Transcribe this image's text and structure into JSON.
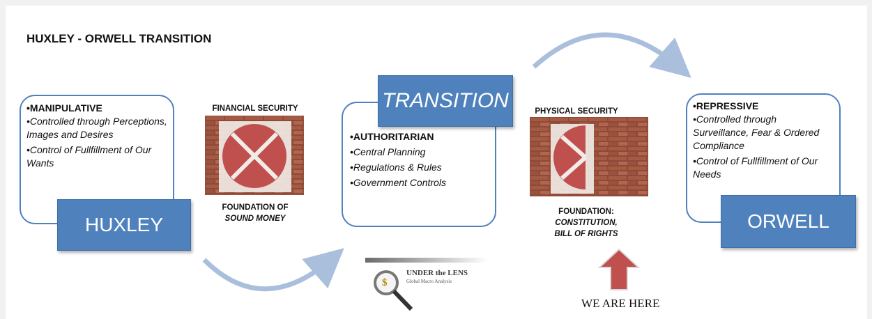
{
  "title": "HUXLEY - ORWELL TRANSITION",
  "huxley": {
    "heading": "•MANIPULATIVE",
    "items": [
      "•Controlled through Perceptions, Images and Desires",
      "•Control of  Fullfillment of Our Wants"
    ],
    "box_label": "HUXLEY"
  },
  "financial": {
    "caption_top": "FINANCIAL SECURITY",
    "caption_bottom_1": "FOUNDATION OF",
    "caption_bottom_2": "SOUND MONEY"
  },
  "transition": {
    "box_label": "TRANSITION",
    "heading": "•AUTHORITARIAN",
    "items": [
      "•Central Planning",
      "•Regulations & Rules",
      "•Government Controls"
    ]
  },
  "physical": {
    "caption_top": "PHYSICAL SECURITY",
    "caption_bottom_1": "FOUNDATION:",
    "caption_bottom_2": "CONSTITUTION,",
    "caption_bottom_3": "BILL OF RIGHTS"
  },
  "orwell": {
    "heading": "•REPRESSIVE",
    "items": [
      "•Controlled through Surveillance, Fear & Ordered Compliance",
      "•Control of Fullfillment of Our Needs"
    ],
    "box_label": "ORWELL"
  },
  "logo": {
    "line1": "UNDER the LENS",
    "line2": "Global Macro Analysis",
    "symbol": "$"
  },
  "we_are_here": "WE ARE HERE",
  "colors": {
    "accent_blue": "#4f81bd",
    "seal_red": "#c0504d",
    "arrow_light_blue": "#a9bfdc",
    "pointer_red": "#c0504d"
  }
}
